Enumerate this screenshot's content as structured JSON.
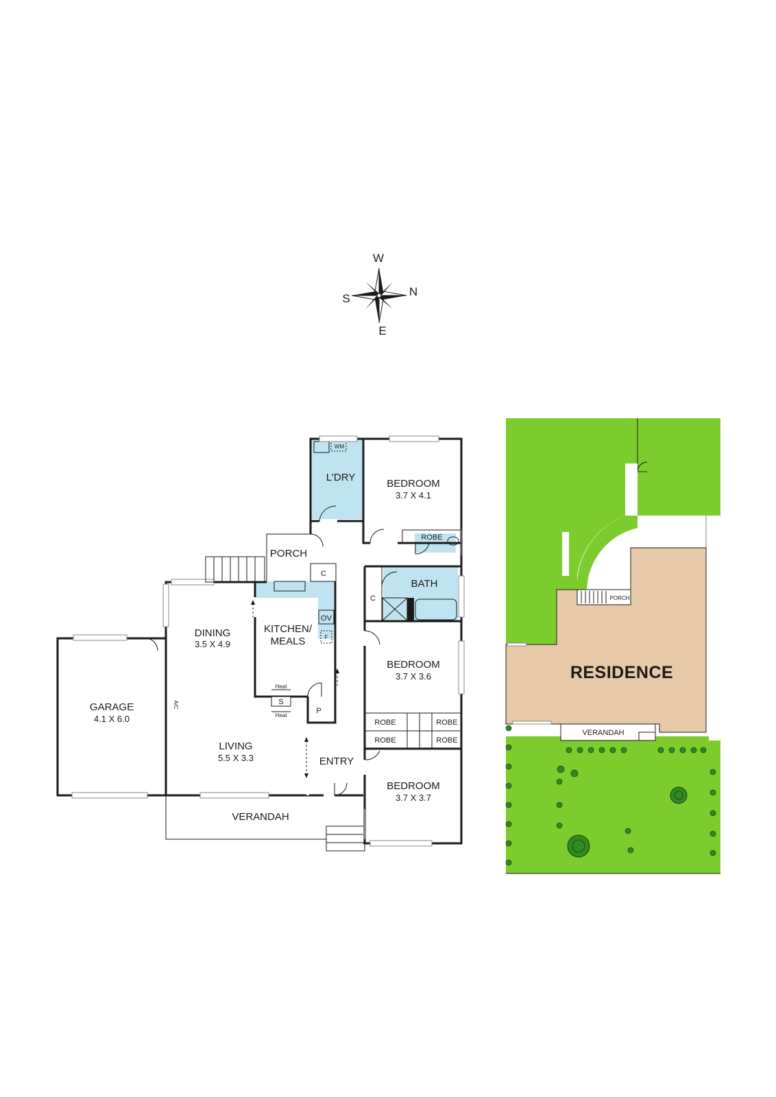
{
  "compass": {
    "west": "W",
    "north": "N",
    "south": "S",
    "east": "E"
  },
  "rooms": {
    "laundry": {
      "name": "L'DRY",
      "wm": "WM"
    },
    "bedroom1": {
      "name": "BEDROOM",
      "dims": "3.7 X 4.1"
    },
    "porch": {
      "name": "PORCH"
    },
    "c1": "C",
    "bath": {
      "name": "BATH"
    },
    "c2": "C",
    "dining": {
      "name": "DINING",
      "dims": "3.5 X 4.9"
    },
    "kitchen": {
      "line1": "KITCHEN/",
      "line2": "MEALS",
      "ov": "OV",
      "f": "F"
    },
    "bedroom2": {
      "name": "BEDROOM",
      "dims": "3.7 X 3.6"
    },
    "garage": {
      "name": "GARAGE",
      "dims": "4.1 X 6.0"
    },
    "ac": "A/C",
    "heat_top": "Heat",
    "s": "S",
    "heat_bottom": "Heat",
    "pantry": "P",
    "robes": [
      "ROBE",
      "ROBE",
      "ROBE",
      "ROBE",
      "ROBE"
    ],
    "living": {
      "name": "LIVING",
      "dims": "5.5 X 3.3"
    },
    "entry": {
      "name": "ENTRY"
    },
    "bedroom3": {
      "name": "BEDROOM",
      "dims": "3.7 X 3.7"
    },
    "verandah": {
      "name": "VERANDAH"
    }
  },
  "site": {
    "residence": "RESIDENCE",
    "porch": "PORCH",
    "verandah": "VERANDAH"
  },
  "colors": {
    "wet_area": "#bfe3f0",
    "lawn": "#7dcc2e",
    "residence": "#e6c9a8",
    "path": "#ffffff",
    "tree_dark": "#2e8b1e"
  }
}
